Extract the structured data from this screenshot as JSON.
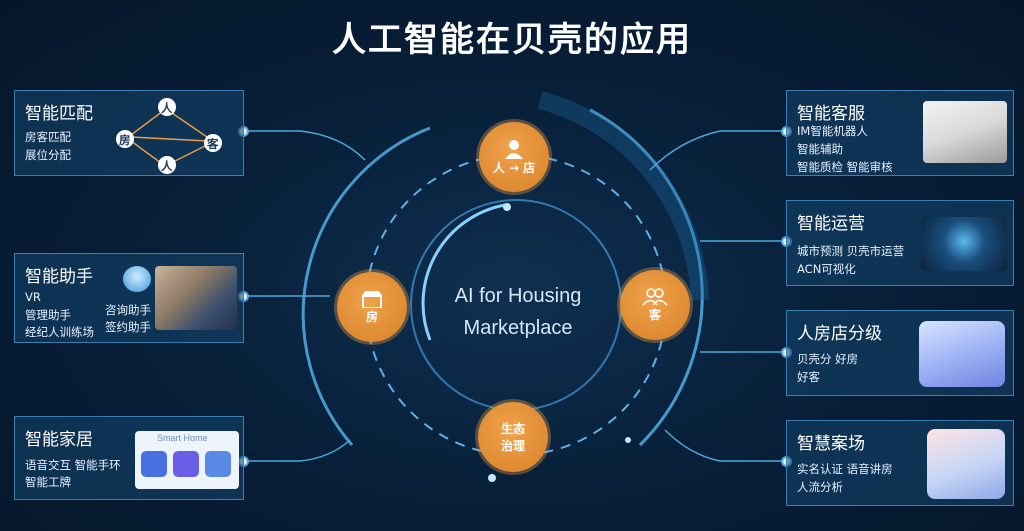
{
  "title": "人工智能在贝壳的应用",
  "center": {
    "line1": "AI for Housing",
    "line2": "Marketplace"
  },
  "nodes": {
    "top": "人 → 店",
    "left": "房",
    "right": "客",
    "bottom": "生态\n治理"
  },
  "left_panels": [
    {
      "title": "智能匹配",
      "lines": [
        "房客匹配",
        "展位分配"
      ],
      "diagram": {
        "person_top": "人",
        "house": "房",
        "guest": "客",
        "person_bottom": "人"
      }
    },
    {
      "title": "智能助手",
      "lines": [
        "VR",
        "管理助手",
        "经纪人训练场"
      ],
      "extra": [
        "咨询助手",
        "签约助手"
      ]
    },
    {
      "title": "智能家居",
      "lines": [
        "语音交互  智能手环",
        "智能工牌"
      ],
      "thumb_label": "Smart Home"
    }
  ],
  "right_panels": [
    {
      "title": "智能客服",
      "lines": [
        "IM智能机器人",
        "智能辅助",
        "智能质检    智能审核"
      ]
    },
    {
      "title": "智能运营",
      "lines": [
        "城市预测   贝壳市运营",
        "ACN可视化"
      ]
    },
    {
      "title": "人房店分级",
      "lines": [
        "贝壳分      好房",
        "好客"
      ]
    },
    {
      "title": "智慧案场",
      "lines": [
        "实名认证   语音讲房",
        "人流分析"
      ]
    }
  ],
  "colors": {
    "accent": "#e8913a",
    "line": "#4fa6dc",
    "panel_border": "#3a7eb4"
  }
}
